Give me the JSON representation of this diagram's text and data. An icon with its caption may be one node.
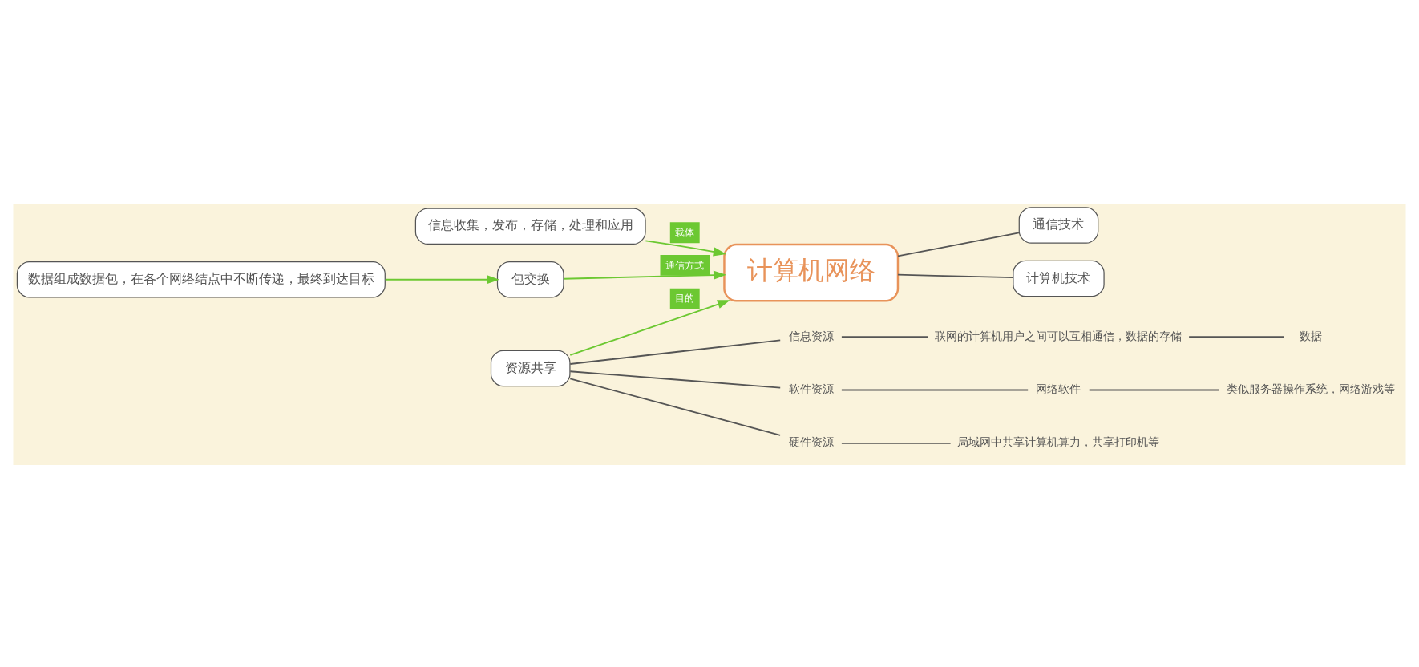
{
  "diagram": {
    "nodes": [
      {
        "text": [
          "计算机网络"
        ]
      },
      {
        "text": [
          "信息收集，发布，存储，处理和应用"
        ]
      },
      {
        "text": [
          "通信技术"
        ]
      },
      {
        "text": [
          "计算机技术"
        ]
      },
      {
        "text": [
          "包交换"
        ]
      },
      {
        "text": [
          "数据组成数据包，在各个网络结点中不断传递，最终到达目标"
        ]
      },
      {
        "text": [
          "资源共享"
        ]
      },
      {
        "text": [
          "信息资源"
        ]
      },
      {
        "text": [
          "联网的计算机用户之间可以互相通信，数据的存储"
        ]
      },
      {
        "text": [
          "数据"
        ]
      },
      {
        "text": [
          "软件资源"
        ]
      },
      {
        "text": [
          "网络软件"
        ]
      },
      {
        "text": [
          "类似服务器操作系统，网络游戏等"
        ]
      },
      {
        "text": [
          "硬件资源"
        ]
      },
      {
        "text": [
          "局域网中共享计算机算力，共享打印机等"
        ]
      }
    ],
    "edges": [
      {
        "from": 1,
        "to": 0,
        "arrow": "to",
        "label": "载体",
        "color": "#6cc832"
      },
      {
        "from": 0,
        "to": 2,
        "arrow": "none"
      },
      {
        "from": 0,
        "to": 3,
        "arrow": "none"
      },
      {
        "from": 4,
        "to": 0,
        "arrow": "to",
        "label": "通信方式",
        "color": "#6cc832"
      },
      {
        "from": 5,
        "to": 4,
        "arrow": "to",
        "color": "#6cc832"
      },
      {
        "from": 6,
        "to": 0,
        "arrow": "to",
        "label": "目的",
        "color": "#6cc832"
      },
      {
        "from": 6,
        "to": 7,
        "arrow": "none"
      },
      {
        "from": 7,
        "to": 8,
        "arrow": "none"
      },
      {
        "from": 8,
        "to": 9,
        "arrow": "none"
      },
      {
        "from": 6,
        "to": 10,
        "arrow": "none"
      },
      {
        "from": 10,
        "to": 11,
        "arrow": "none"
      },
      {
        "from": 11,
        "to": 12,
        "arrow": "none"
      },
      {
        "from": 6,
        "to": 13,
        "arrow": "none"
      },
      {
        "from": 13,
        "to": 14,
        "arrow": "none"
      }
    ]
  }
}
